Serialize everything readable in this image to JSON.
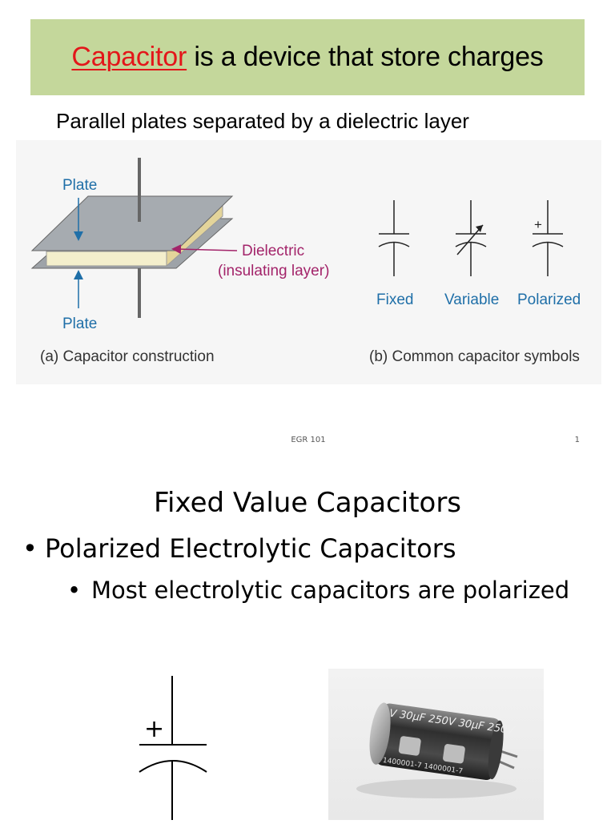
{
  "slide1": {
    "title_emph": "Capacitor",
    "title_rest": " is a device that store charges",
    "subtitle": "Parallel plates separated by a dielectric layer",
    "figure": {
      "plate_top": "Plate",
      "plate_bottom": "Plate",
      "dielectric": "Dielectric",
      "insulating": "(insulating layer)",
      "caption_a": "(a)  Capacitor construction",
      "caption_b": "(b)  Common capacitor symbols",
      "sym_fixed": "Fixed",
      "sym_variable": "Variable",
      "sym_polarized": "Polarized",
      "plus": "+"
    },
    "footer_course": "EGR 101",
    "footer_page": "1",
    "colors": {
      "title_bg": "#c4d79b",
      "emphasis": "#e3161a",
      "label_blue": "#1f6fa8",
      "label_magenta": "#a3246a"
    }
  },
  "slide2": {
    "title": "Fixed Value Capacitors",
    "bullet_char": "•",
    "bullet1": "Polarized Electrolytic Capacitors",
    "bullet2": "Most electrolytic capacitors are polarized",
    "symbol_plus": "+",
    "photo": {
      "print_a": "V 30µF 250V 30µF 250V",
      "print_b": "1400001-7  1400001-7"
    }
  }
}
